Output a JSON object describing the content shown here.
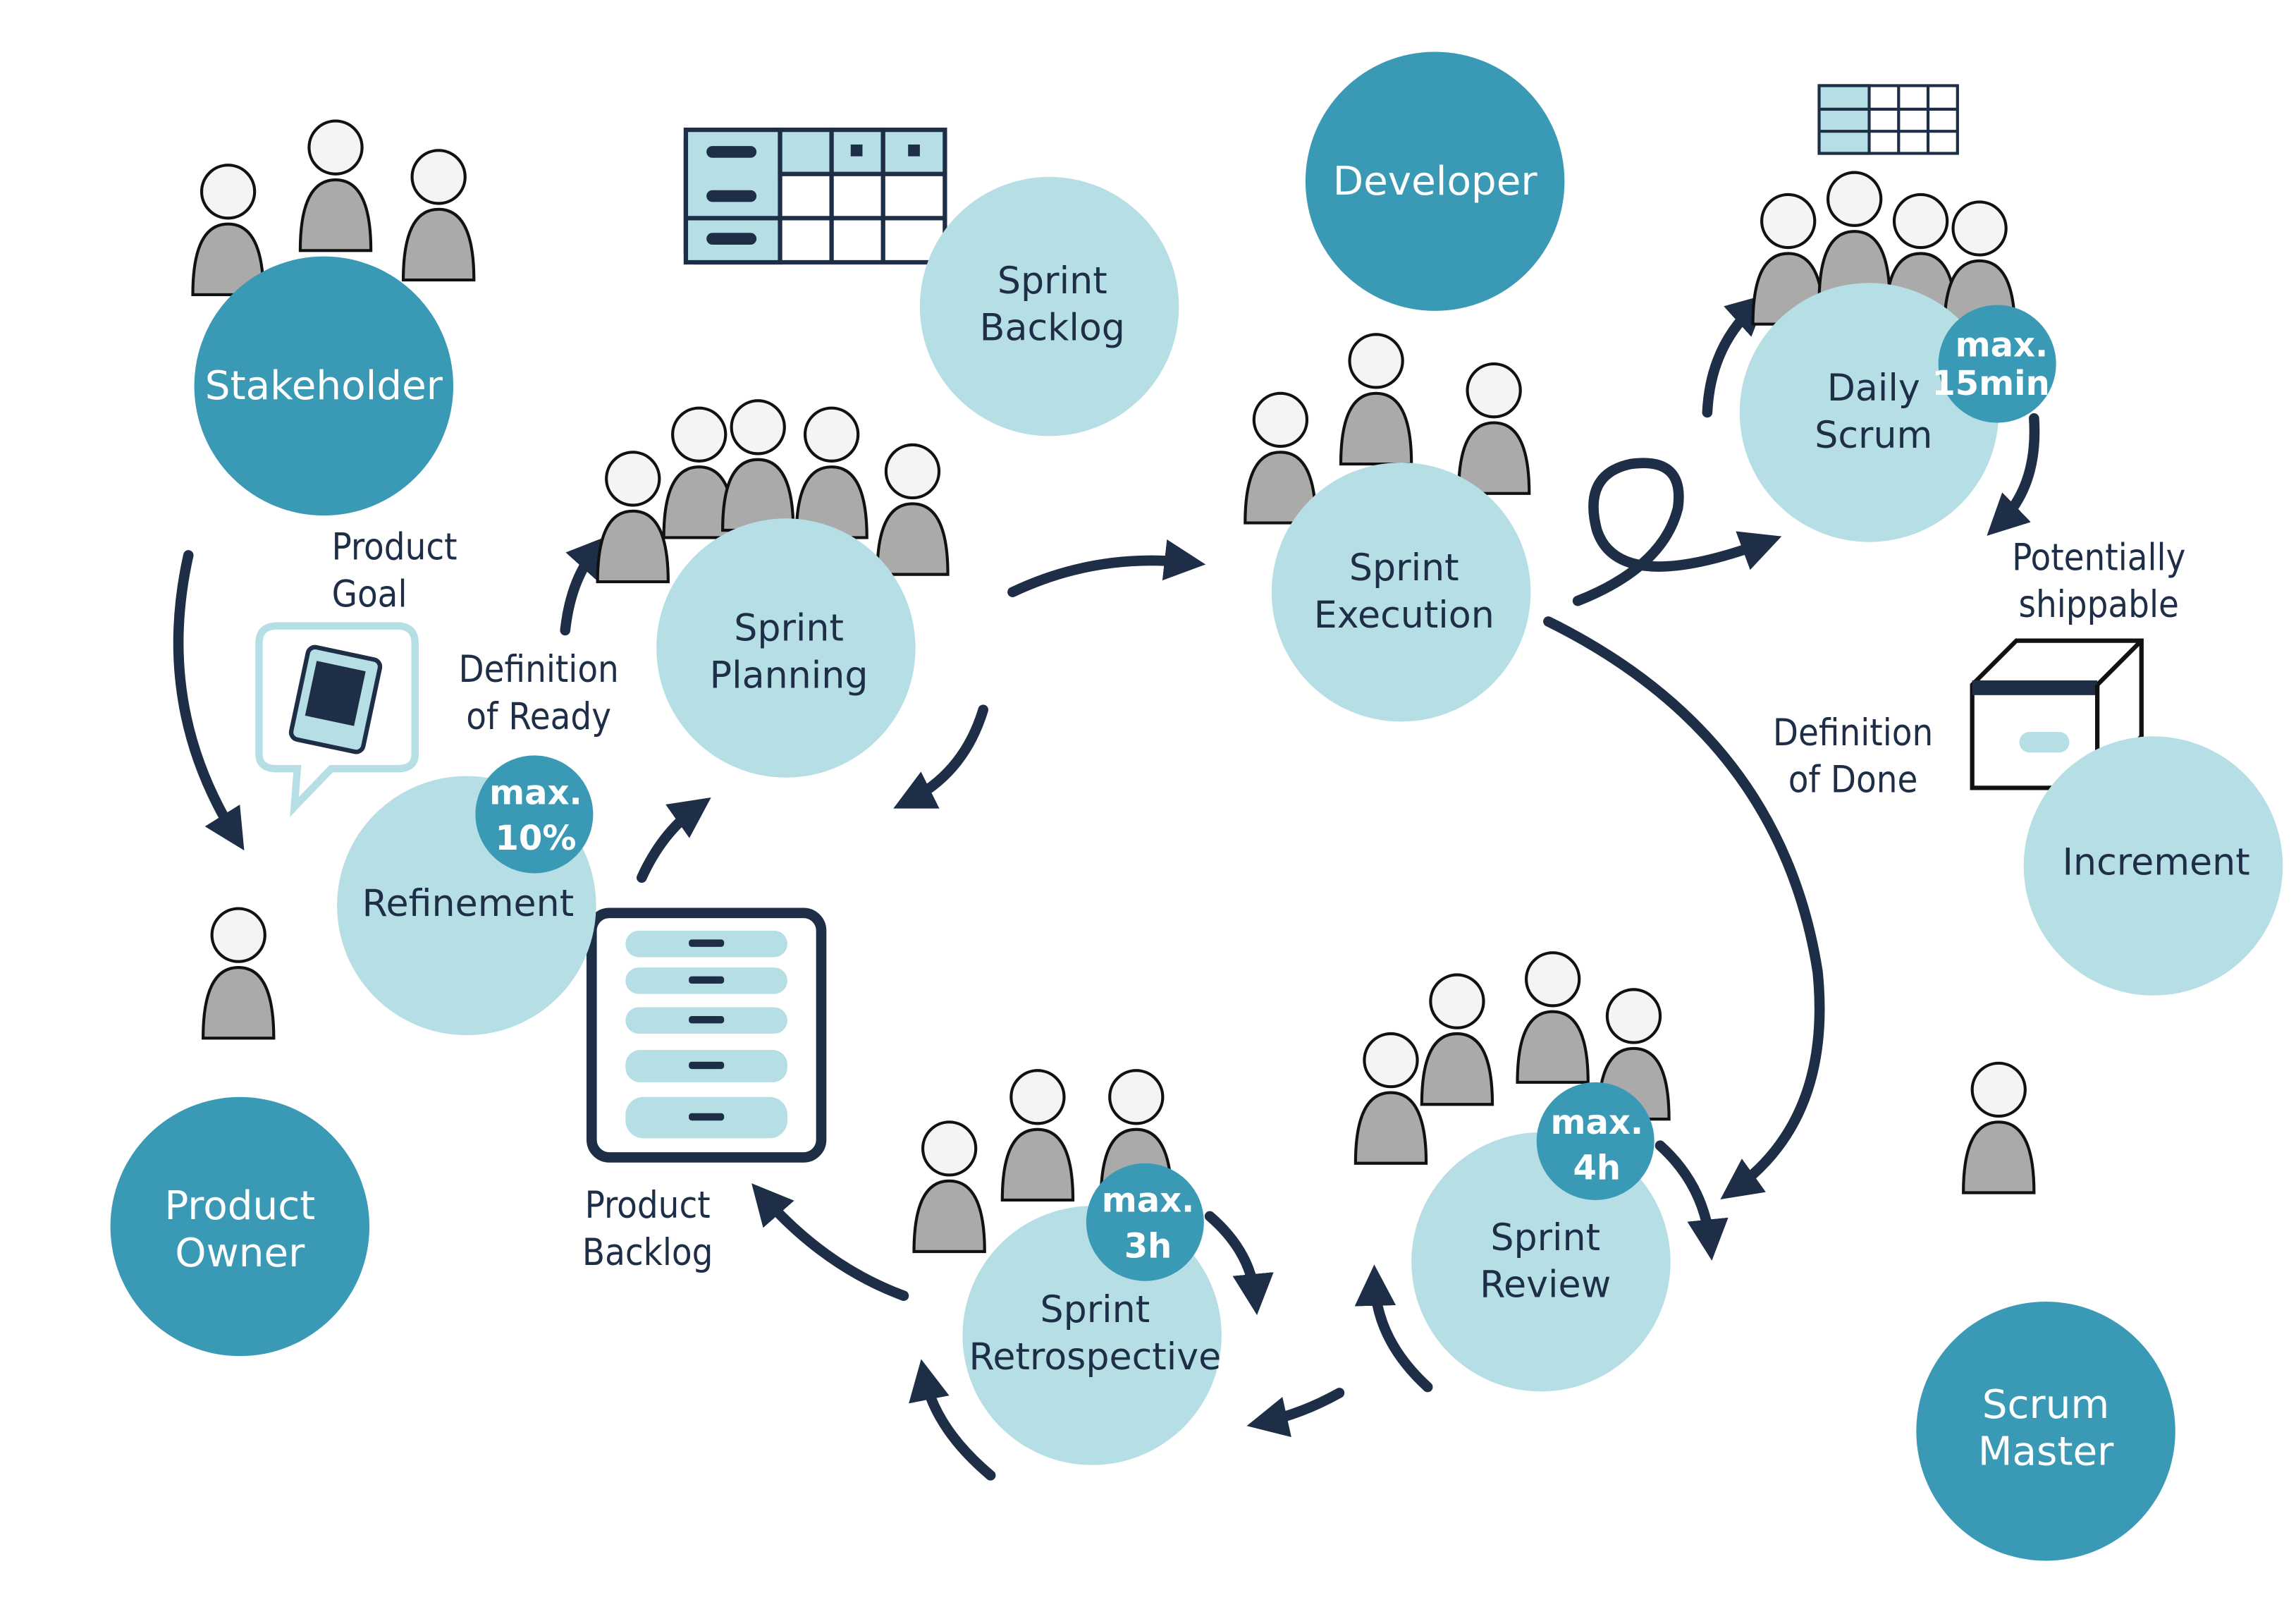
{
  "colors": {
    "role": "#3a9ab5",
    "event": "#b6dee5",
    "arrow": "#1e2e47",
    "badge": "#3a9ab5"
  },
  "roles": {
    "stakeholder": [
      "Stakeholder"
    ],
    "developer": [
      "Developer"
    ],
    "product_owner": [
      "Product",
      "Owner"
    ],
    "scrum_master": [
      "Scrum",
      "Master"
    ]
  },
  "events": {
    "sprint_backlog": [
      "Sprint",
      "Backlog"
    ],
    "sprint_planning": [
      "Sprint",
      "Planning"
    ],
    "sprint_execution": [
      "Sprint",
      "Execution"
    ],
    "daily_scrum": [
      "Daily",
      "Scrum"
    ],
    "refinement": [
      "Refinement"
    ],
    "increment": [
      "Increment"
    ],
    "sprint_review": [
      "Sprint",
      "Review"
    ],
    "sprint_retrospective": [
      "Sprint",
      "Retrospective"
    ]
  },
  "badges": {
    "daily": [
      "max.",
      "15min."
    ],
    "refinement": [
      "max.",
      "10%"
    ],
    "review": [
      "max.",
      "4h"
    ],
    "retro": [
      "max.",
      "3h"
    ]
  },
  "labels": {
    "product_goal": [
      "Product",
      "Goal"
    ],
    "definition_of_ready": [
      "Definition",
      "of Ready"
    ],
    "product_backlog": [
      "Product",
      "Backlog"
    ],
    "potentially_shippable": [
      "Potentially",
      "shippable"
    ],
    "definition_of_done": [
      "Definition",
      "of Done"
    ]
  }
}
